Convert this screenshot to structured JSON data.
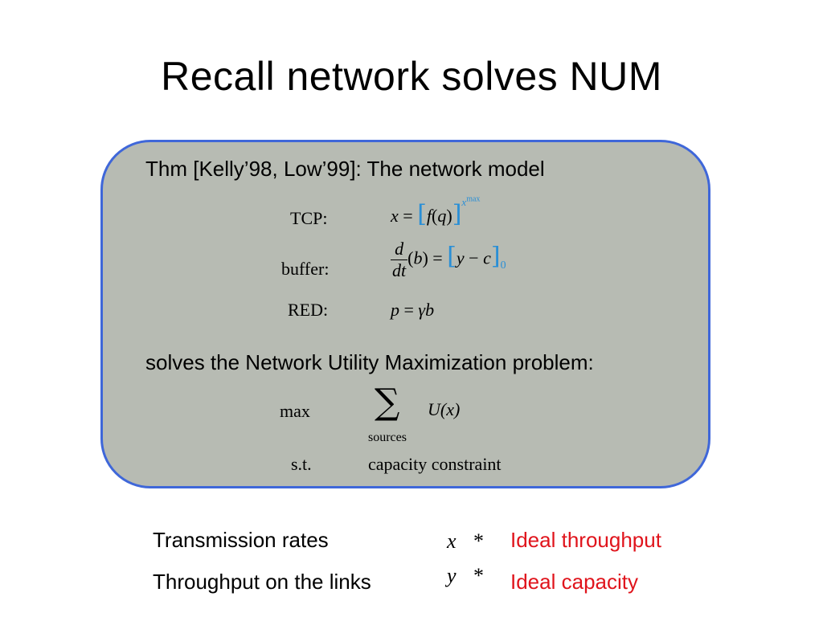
{
  "slide": {
    "title": "Recall network solves NUM"
  },
  "theorem": {
    "heading": "Thm [Kelly’98, Low’99]: The network model",
    "rows": [
      {
        "label": "TCP:"
      },
      {
        "label": "buffer:"
      },
      {
        "label": "RED:"
      }
    ],
    "tcp": {
      "lhs": "x",
      "eq": "=",
      "f": "f",
      "q": "q",
      "sup": "x",
      "supsup": "max"
    },
    "buffer": {
      "d": "d",
      "dt": "dt",
      "b": "b",
      "y": "y",
      "c": "c",
      "sub": "0"
    },
    "red": {
      "p": "p",
      "eq": "=",
      "gb": "γb"
    },
    "solves": "solves the Network Utility Maximization problem:",
    "num": {
      "max": "max",
      "sum_symbol": "∑",
      "sum_sub": "sources",
      "objective": "U(x)",
      "st": "s.t.",
      "constraint": "capacity constraint"
    }
  },
  "bottom": {
    "row1": {
      "label": "Transmission rates",
      "symbol": "x⃗*",
      "result": "Ideal throughput"
    },
    "row2": {
      "label": "Throughput on the links",
      "symbol": "y⃗*",
      "result": "Ideal capacity"
    }
  },
  "colors": {
    "box_fill": "#b7bbb3",
    "box_border": "#3f67d9",
    "accent_blue": "#2a8fd6",
    "red": "#e0141c"
  }
}
